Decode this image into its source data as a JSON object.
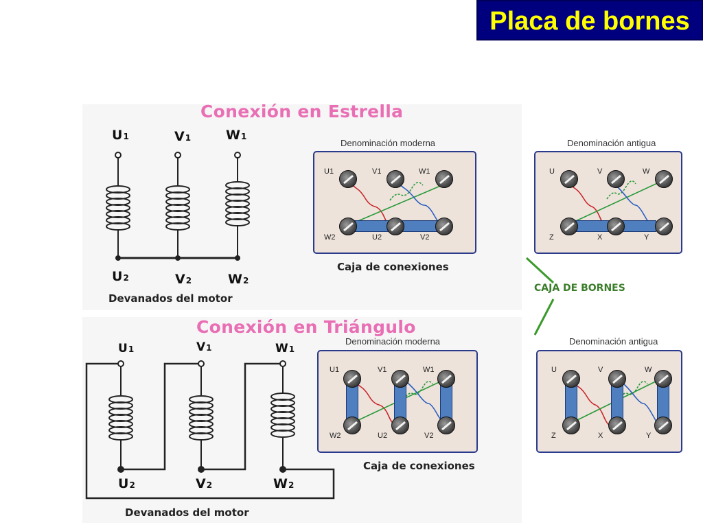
{
  "title": "Placa de bornes",
  "star": {
    "title": "Conexión en Estrella",
    "caption": "Devanados del motor",
    "top_labels": [
      {
        "l": "U",
        "s": "1"
      },
      {
        "l": "V",
        "s": "1"
      },
      {
        "l": "W",
        "s": "1"
      }
    ],
    "bottom_labels": [
      {
        "l": "U",
        "s": "2"
      },
      {
        "l": "V",
        "s": "2"
      },
      {
        "l": "W",
        "s": "2"
      }
    ],
    "modern": {
      "heading": "Denominación moderna",
      "top": [
        "U1",
        "V1",
        "W1"
      ],
      "bottom": [
        "W2",
        "U2",
        "V2"
      ]
    },
    "old": {
      "heading": "Denominación antigua",
      "top": [
        "U",
        "V",
        "W"
      ],
      "bottom": [
        "Z",
        "X",
        "Y"
      ]
    },
    "box_caption": "Caja de conexiones"
  },
  "delta": {
    "title": "Conexión en Triángulo",
    "caption": "Devanados del motor",
    "top_labels": [
      {
        "l": "U",
        "s": "1"
      },
      {
        "l": "V",
        "s": "1"
      },
      {
        "l": "W",
        "s": "1"
      }
    ],
    "bottom_labels": [
      {
        "l": "U",
        "s": "2"
      },
      {
        "l": "V",
        "s": "2"
      },
      {
        "l": "W",
        "s": "2"
      }
    ],
    "modern": {
      "heading": "Denominación moderna",
      "top": [
        "U1",
        "V1",
        "W1"
      ],
      "bottom": [
        "W2",
        "U2",
        "V2"
      ]
    },
    "old": {
      "heading": "Denominación antigua",
      "top": [
        "U",
        "V",
        "W"
      ],
      "bottom": [
        "Z",
        "X",
        "Y"
      ]
    },
    "box_caption": "Caja de conexiones"
  },
  "caja_bornes": "CAJA DE BORNES",
  "colors": {
    "title_bg": "#00007f",
    "title_text": "#ffff00",
    "section_title": "#e96fb5",
    "bar": "#4f7fbf",
    "wire_red": "#c8282d",
    "wire_green": "#2a9a3a",
    "wire_blue": "#2a5fc0",
    "box_border": "#2a3a8c"
  }
}
